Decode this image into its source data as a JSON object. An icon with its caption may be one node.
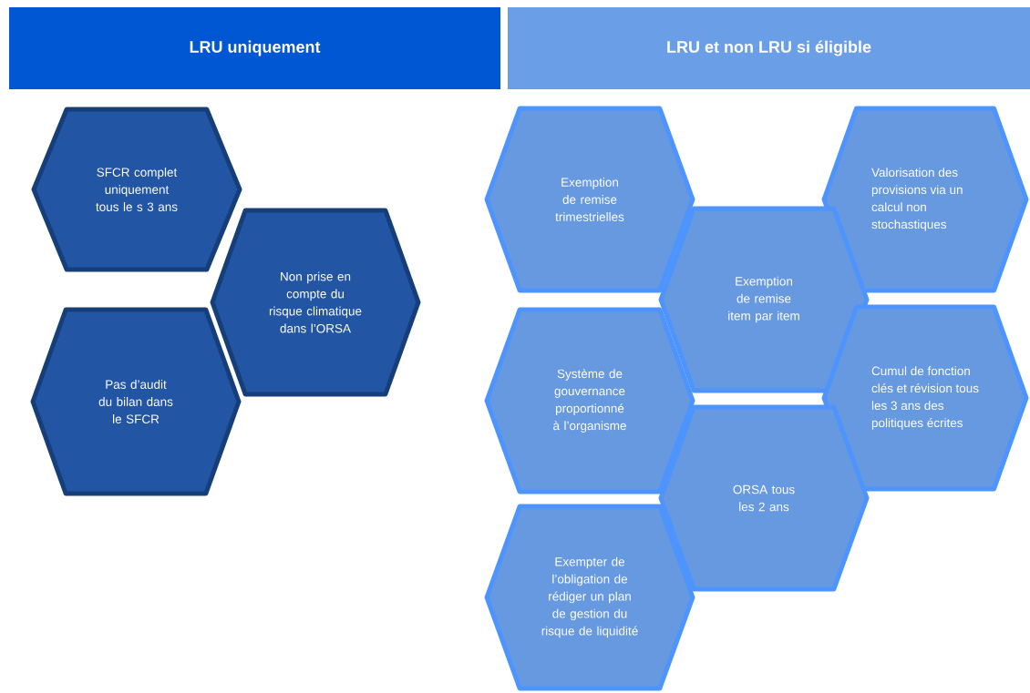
{
  "diagram": {
    "nodes": [
      {
        "text": [
          "LRU uniquement"
        ]
      },
      {
        "text": [
          "LRU et non LRU si éligible"
        ]
      },
      {
        "text": [
          "SFCR complet uniquement tous le s 3 ans"
        ]
      },
      {
        "text": [
          "Non prise en compte du risque climatique dans l’ORSA"
        ]
      },
      {
        "text": [
          "Pas d’audit du bilan dans le SFCR"
        ]
      },
      {
        "text": [
          "Exemption de remise trimestrielles"
        ]
      },
      {
        "text": [
          "Valorisation des provisions via un calcul non stochastiques"
        ]
      },
      {
        "text": [
          "Exemption de remise item par item"
        ]
      },
      {
        "text": [
          "Système de gouvernance proportionné à l’organisme"
        ]
      },
      {
        "text": [
          "Cumul de fonction clés  et révision tous les 3 ans des politiques écrites"
        ]
      },
      {
        "text": [
          "ORSA tous les 2 ans"
        ]
      },
      {
        "text": [
          "Exempter de l’obligation de rédiger un plan de gestion du risque de liquidité"
        ]
      }
    ]
  }
}
